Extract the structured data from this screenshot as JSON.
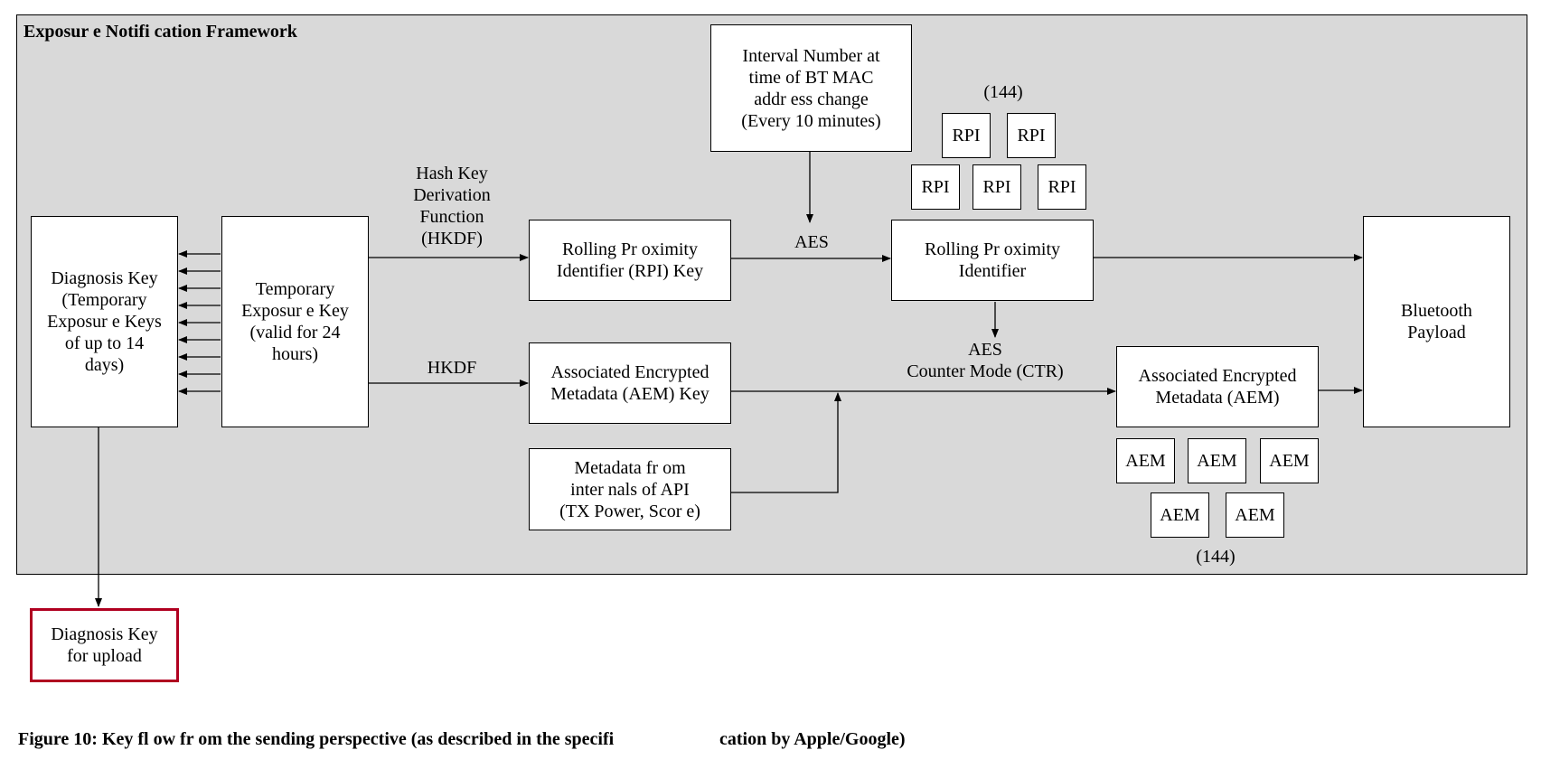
{
  "diagram": {
    "frame_title": "Exposur e Notifi cation Framework",
    "nodes": {
      "interval": "Interval Number at\n time of BT MAC\n addr ess change\n(Every 10 minutes)",
      "diagnosis_key": "Diagnosis Key\n(Temporary\nExposur e Keys\nof up to 14\ndays)",
      "tek": "Temporary\nExposur e Key\n(valid for 24\nhours)",
      "rpi_key": "Rolling Pr oximity\nIdentifier (RPI) Key",
      "rpi": "Rolling Pr oximity\nIdentifier",
      "bluetooth": "Bluetooth\nPayload",
      "aem_key": "Associated Encrypted\nMetadata (AEM) Key",
      "aem": "Associated Encrypted\nMetadata (AEM)",
      "metadata": "Metadata fr  om\ninter nals of API\n(TX Power, Scor e)",
      "diagnosis_upload": "Diagnosis Key\nfor upload"
    },
    "rpi_items": [
      "RPI",
      "RPI",
      "RPI",
      "RPI",
      "RPI"
    ],
    "rpi_count": "(144)",
    "aem_items": [
      "AEM",
      "AEM",
      "AEM",
      "AEM",
      "AEM"
    ],
    "aem_count": "(144)",
    "edge_labels": {
      "hkdf_long": "Hash Key\nDerivation\nFunction\n (HKDF)",
      "hkdf": "HKDF",
      "aes": "AES",
      "aes_ctr": "AES\nCounter Mode (CTR)"
    }
  },
  "caption": {
    "part1": "Figure 10: Key fl ow fr om the sending perspective (as described in the specifi",
    "part2": "cation by Apple/Google)"
  }
}
